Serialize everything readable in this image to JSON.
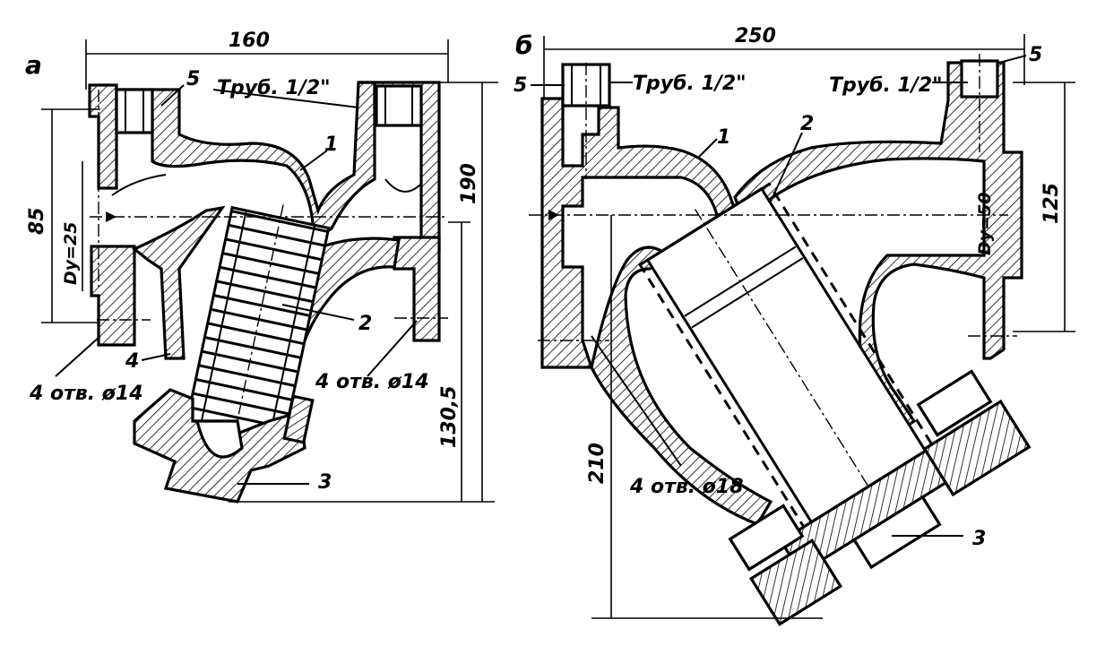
{
  "views": {
    "a": {
      "letter": "a",
      "width_dim": "160",
      "height_dim": "190",
      "left_dim": "85",
      "lower_dim": "130,5",
      "dn_label": "Dу=25",
      "pipe_label": "Труб. 1/2\"",
      "holes_left": "4 отв. ø14",
      "holes_right": "4 отв. ø14",
      "callouts": [
        "1",
        "2",
        "3",
        "4",
        "5"
      ]
    },
    "b": {
      "letter": "б",
      "width_dim": "250",
      "height_dim": "125",
      "lower_dim": "210",
      "dn_label": "Dу=50",
      "pipe_label_left": "Труб. 1/2\"",
      "pipe_label_right": "Труб. 1/2\"",
      "holes": "4 отв. ø18",
      "callouts": [
        "1",
        "2",
        "3",
        "5",
        "5"
      ]
    }
  }
}
